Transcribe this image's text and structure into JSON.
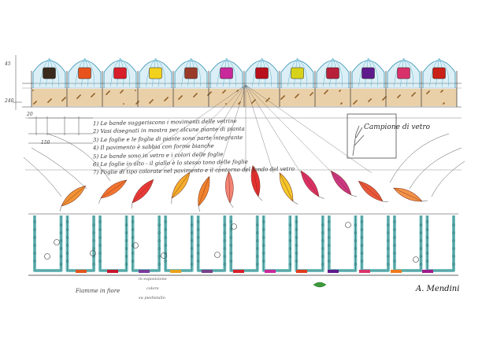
{
  "drawing": {
    "notes": [
      "1) Le bande suggeriscono i movimenti delle vetrine",
      "2) Vasi disegnati in mostra per alcune piante di pianta",
      "3) Le foglie e le foglie di piante sono parte integrante",
      "4) Il pavimento è sabbia con forme bianche",
      "5) Le bande sono in vetro e i colori delle foglie",
      "6) Le foglie in alto - il giallo è lo stesso tono delle foglie",
      "7) Foglie di tipo colorate nel pavimento e il contorno del fondo del vetro"
    ],
    "inset_label": "Campione di vetro",
    "bottom_label": "Fiamme in fiore",
    "signature": "A. Mendini",
    "dimensions": {
      "label_150": "150",
      "label_20": "20",
      "label_240": "240",
      "label_top": "45"
    },
    "bottom_small_labels": [
      "in esposizione",
      "colore",
      "su piedistallo"
    ],
    "vase_colors": [
      "#3a2a1e",
      "#e8531c",
      "#d81e2a",
      "#f2d11c",
      "#9a3b2a",
      "#c8289a",
      "#b8101a",
      "#d7d21a",
      "#b8203a",
      "#5e1a8a",
      "#d9326a",
      "#c92018"
    ],
    "leaf_colors": [
      "#f08a25",
      "#f26a1f",
      "#e82a2a",
      "#f5a81c",
      "#f07a1c",
      "#f27a6a",
      "#e21f1f",
      "#f5c418",
      "#d8205a",
      "#c8287a",
      "#e84a2a",
      "#f28a3a"
    ],
    "stripe_color": "#5bb6b5",
    "sand_color": "#d8a960",
    "glass_color": "#9ad0e6"
  }
}
